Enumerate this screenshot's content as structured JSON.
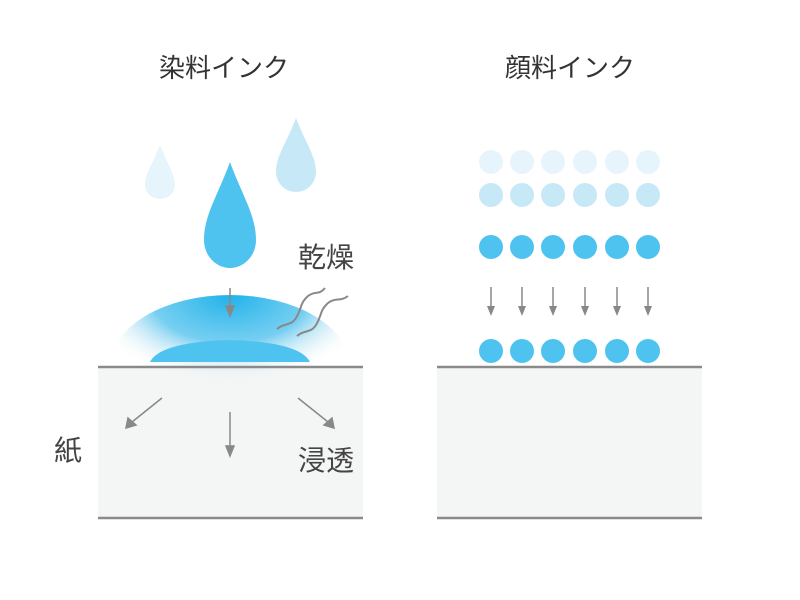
{
  "left_panel": {
    "title": "染料インク",
    "label_dry": "乾燥",
    "label_paper": "紙",
    "label_penetrate": "浸透"
  },
  "right_panel": {
    "title": "顔料インク"
  },
  "colors": {
    "ink": "#4fc3f0",
    "ink_light": "#c6e8f7",
    "ink_lighter": "#e6f5fc",
    "paper": "#f4f5f5",
    "line": "#8a8a8a",
    "arrow": "#888888"
  }
}
